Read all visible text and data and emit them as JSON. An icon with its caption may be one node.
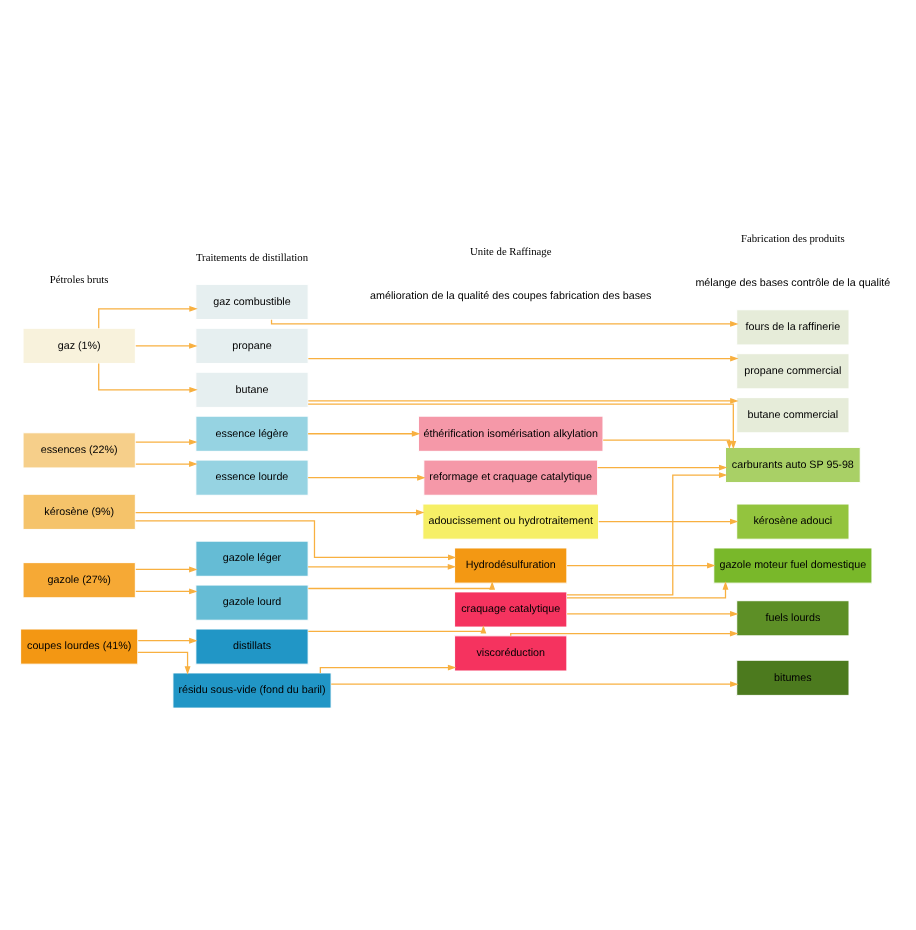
{
  "diagram": {
    "nodes": [
      {
        "text": [
          "gaz (1%)"
        ]
      },
      {
        "text": [
          "essences (22%)"
        ]
      },
      {
        "text": [
          "kérosène (9%)"
        ]
      },
      {
        "text": [
          "gazole (27%)"
        ]
      },
      {
        "text": [
          "coupes lourdes (41%)"
        ]
      },
      {
        "text": [
          "gaz combustible"
        ]
      },
      {
        "text": [
          "propane"
        ]
      },
      {
        "text": [
          "butane"
        ]
      },
      {
        "text": [
          "essence légère"
        ]
      },
      {
        "text": [
          "essence lourde"
        ]
      },
      {
        "text": [
          "gazole léger"
        ]
      },
      {
        "text": [
          "gazole lourd"
        ]
      },
      {
        "text": [
          "distillats"
        ]
      },
      {
        "text": [
          "résidu sous-vide (fond du baril)"
        ]
      },
      {
        "text": [
          "éthérification isomérisation alkylation"
        ]
      },
      {
        "text": [
          "reformage et craquage catalytique"
        ]
      },
      {
        "text": [
          "adoucissement ou hydrotraitement"
        ]
      },
      {
        "text": [
          "Hydrodésulfuration"
        ]
      },
      {
        "text": [
          "craquage catalytique"
        ]
      },
      {
        "text": [
          "viscoréduction"
        ]
      },
      {
        "text": [
          "fours de la raffinerie"
        ]
      },
      {
        "text": [
          "propane commercial"
        ]
      },
      {
        "text": [
          "butane commercial"
        ]
      },
      {
        "text": [
          "carburants auto SP 95-98"
        ]
      },
      {
        "text": [
          "kérosène adouci"
        ]
      },
      {
        "text": [
          "gazole moteur fuel domestique"
        ]
      },
      {
        "text": [
          "fuels lourds"
        ]
      },
      {
        "text": [
          "bitumes"
        ]
      }
    ],
    "edges": [
      {
        "from": 0,
        "to": 5,
        "arrow": "to"
      },
      {
        "from": 0,
        "to": 6,
        "arrow": "to"
      },
      {
        "from": 0,
        "to": 7,
        "arrow": "to"
      },
      {
        "from": 1,
        "to": 8,
        "arrow": "to"
      },
      {
        "from": 1,
        "to": 9,
        "arrow": "to"
      },
      {
        "from": 3,
        "to": 10,
        "arrow": "to"
      },
      {
        "from": 3,
        "to": 11,
        "arrow": "to"
      },
      {
        "from": 4,
        "to": 12,
        "arrow": "to"
      },
      {
        "from": 4,
        "to": 13,
        "arrow": "to"
      },
      {
        "from": 2,
        "to": 16,
        "arrow": "to"
      },
      {
        "from": 2,
        "to": 17,
        "arrow": "to"
      },
      {
        "from": 5,
        "to": 20,
        "arrow": "to"
      },
      {
        "from": 6,
        "to": 21,
        "arrow": "to"
      },
      {
        "from": 7,
        "to": 22,
        "arrow": "to"
      },
      {
        "from": 7,
        "to": 23,
        "arrow": "to"
      },
      {
        "from": 8,
        "to": 14,
        "arrow": "to"
      },
      {
        "from": 9,
        "to": 15,
        "arrow": "to"
      },
      {
        "from": 10,
        "to": 17,
        "arrow": "to"
      },
      {
        "from": 11,
        "to": 17,
        "arrow": "to"
      },
      {
        "from": 12,
        "to": 18,
        "arrow": "to"
      },
      {
        "from": 13,
        "to": 19,
        "arrow": "to"
      },
      {
        "from": 13,
        "to": 27,
        "arrow": "to"
      },
      {
        "from": 14,
        "to": 23,
        "arrow": "to"
      },
      {
        "from": 15,
        "to": 23,
        "arrow": "to"
      },
      {
        "from": 16,
        "to": 24,
        "arrow": "to"
      },
      {
        "from": 17,
        "to": 25,
        "arrow": "to"
      },
      {
        "from": 18,
        "to": 23,
        "arrow": "to"
      },
      {
        "from": 18,
        "to": 25,
        "arrow": "to"
      },
      {
        "from": 18,
        "to": 26,
        "arrow": "to"
      },
      {
        "from": 19,
        "to": 26,
        "arrow": "to"
      }
    ],
    "labels": [
      "Pétroles bruts",
      "Traitements de distillation",
      "Unite de Raffinage",
      "amélioration de la qualité des coupes fabrication des bases",
      "Fabrication des produits",
      "mélange des bases contrôle de la qualité"
    ]
  }
}
